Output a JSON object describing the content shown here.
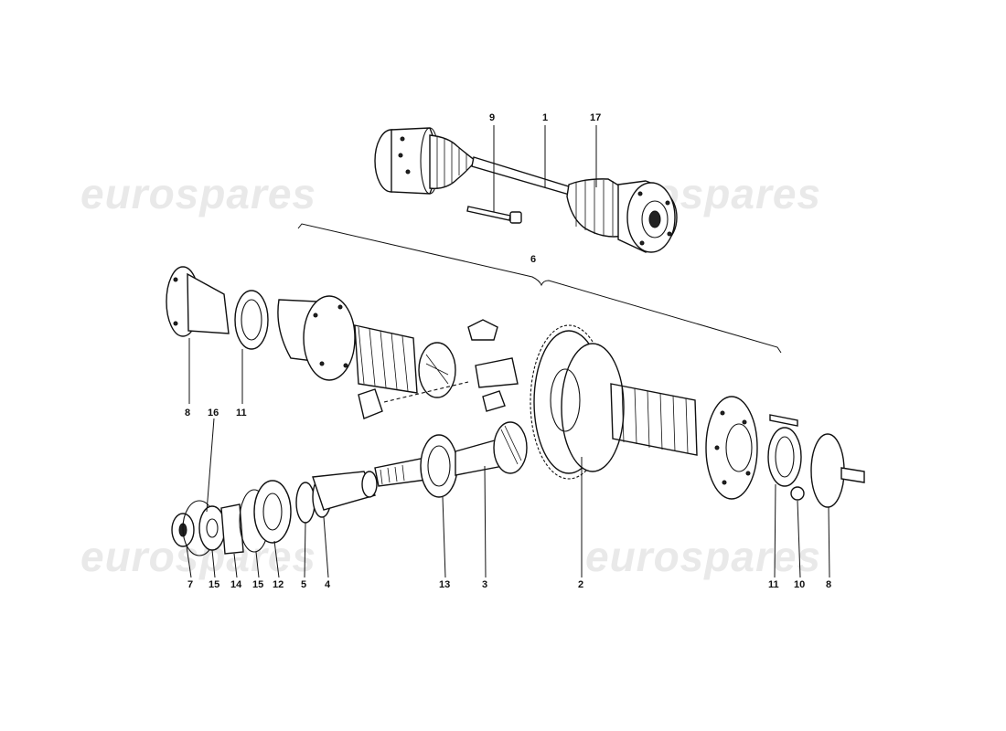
{
  "watermark": {
    "text": "eurospares",
    "color": "#e9e9e9"
  },
  "callouts": [
    {
      "id": "c9-top",
      "label": "9"
    },
    {
      "id": "c1-top",
      "label": "1"
    },
    {
      "id": "c17-top",
      "label": "17"
    },
    {
      "id": "c6",
      "label": "6"
    },
    {
      "id": "c8-left",
      "label": "8"
    },
    {
      "id": "c11-left",
      "label": "11"
    },
    {
      "id": "c16",
      "label": "16"
    },
    {
      "id": "c7",
      "label": "7"
    },
    {
      "id": "c15-a",
      "label": "15"
    },
    {
      "id": "c14",
      "label": "14"
    },
    {
      "id": "c15-b",
      "label": "15"
    },
    {
      "id": "c12",
      "label": "12"
    },
    {
      "id": "c5",
      "label": "5"
    },
    {
      "id": "c4",
      "label": "4"
    },
    {
      "id": "c13",
      "label": "13"
    },
    {
      "id": "c3",
      "label": "3"
    },
    {
      "id": "c2",
      "label": "2"
    },
    {
      "id": "c11-right",
      "label": "11"
    },
    {
      "id": "c10",
      "label": "10"
    },
    {
      "id": "c8-right",
      "label": "8"
    }
  ]
}
